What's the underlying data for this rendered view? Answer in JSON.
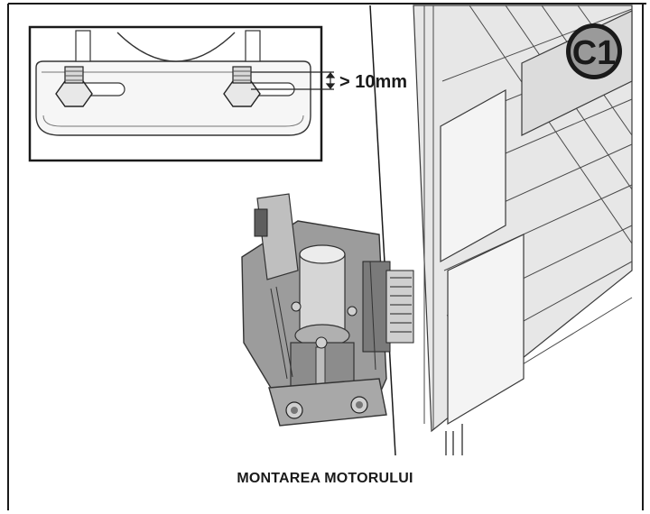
{
  "figure": {
    "badge": "C1",
    "dimension_label": "> 10mm",
    "caption": "MONTAREA MOTORULUI",
    "colors": {
      "frame": "#1a1a1a",
      "badge_fill": "#9a9a9a",
      "motor_body": "#9c9c9c",
      "motor_dark": "#5e5e5e",
      "gate_line": "#3a3a3a"
    }
  }
}
